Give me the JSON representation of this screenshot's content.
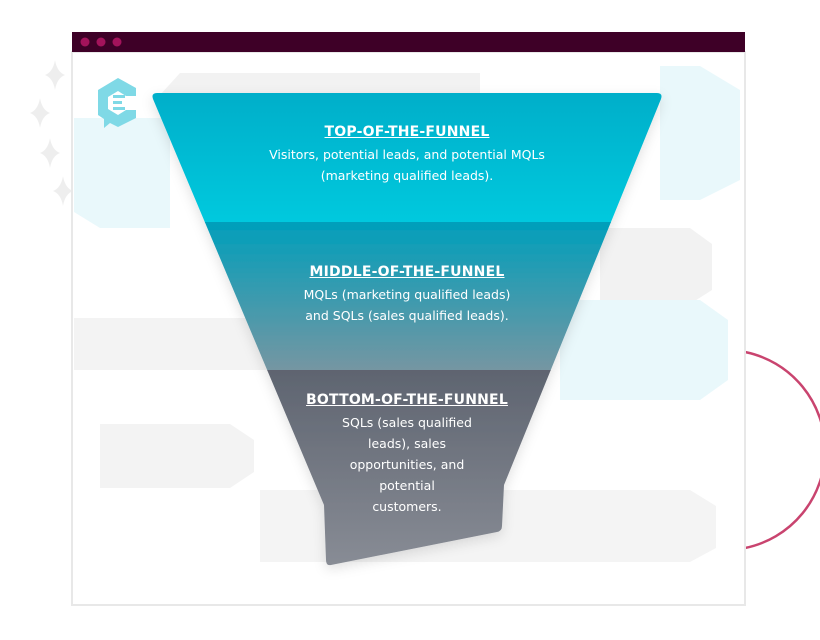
{
  "window": {
    "dot_color": "#a3135b",
    "bar_color": "#3e0027"
  },
  "logo": {
    "name": "c-chat-logo"
  },
  "funnel": {
    "top": {
      "title": "TOP-OF-THE-FUNNEL",
      "lines": [
        "Visitors, potential leads, and potential MQLs",
        "(marketing qualified leads)."
      ]
    },
    "middle": {
      "title": "MIDDLE-OF-THE-FUNNEL",
      "lines": [
        "MQLs (marketing qualified leads)",
        "and SQLs (sales qualified leads)."
      ]
    },
    "bottom": {
      "title": "BOTTOM-OF-THE-FUNNEL",
      "lines": [
        "SQLs (sales qualified",
        "leads), sales",
        "opportunities, and",
        "potential",
        "customers."
      ]
    }
  }
}
